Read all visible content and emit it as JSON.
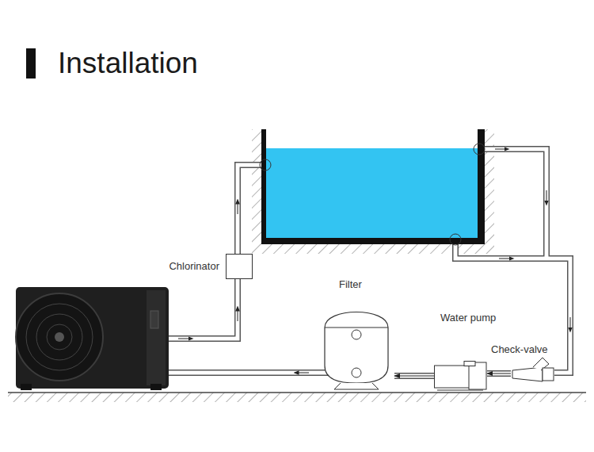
{
  "diagram": {
    "title": "Installation",
    "nodes": [
      {
        "text": [
          "Chlorinator"
        ]
      },
      {
        "text": [
          "Filter"
        ]
      },
      {
        "text": [
          "Water pump"
        ]
      },
      {
        "text": [
          "Check-valve"
        ]
      }
    ],
    "edges": [
      {
        "from": 3,
        "to": 2,
        "arrow": "to"
      },
      {
        "from": 2,
        "to": 1,
        "arrow": "to"
      }
    ]
  }
}
